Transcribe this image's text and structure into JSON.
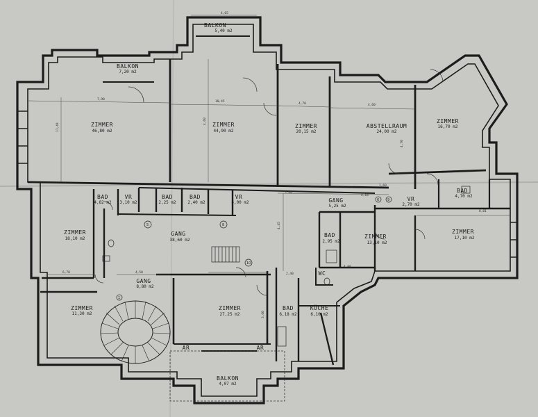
{
  "rooms": [
    {
      "id": "balkon-top",
      "name": "BALKON",
      "area": "5,40 m2"
    },
    {
      "id": "balkon-left",
      "name": "BALKON",
      "area": "7,20 m2"
    },
    {
      "id": "zimmer-1",
      "name": "ZIMMER",
      "area": "46,80 m2"
    },
    {
      "id": "zimmer-2",
      "name": "ZIMMER",
      "area": "44,90 m2"
    },
    {
      "id": "zimmer-3",
      "name": "ZIMMER",
      "area": "20,15 m2"
    },
    {
      "id": "abstellraum",
      "name": "ABSTELLRAUM",
      "area": "24,00 m2"
    },
    {
      "id": "zimmer-4",
      "name": "ZIMMER",
      "area": "16,70 m2"
    },
    {
      "id": "bad-1",
      "name": "BAD",
      "area": "4,82 m2"
    },
    {
      "id": "vr-1",
      "name": "VR",
      "area": "3,10 m2"
    },
    {
      "id": "bad-2",
      "name": "BAD",
      "area": "2,25 m2"
    },
    {
      "id": "bad-3",
      "name": "BAD",
      "area": "2,40 m2"
    },
    {
      "id": "vr-2",
      "name": "VR",
      "area": "4,00 m2"
    },
    {
      "id": "gang-1",
      "name": "GANG",
      "area": "5,25 m2"
    },
    {
      "id": "vr-3",
      "name": "VR",
      "area": "2,70 m2"
    },
    {
      "id": "bad-4",
      "name": "BAD",
      "area": "4,70 m2"
    },
    {
      "id": "zimmer-5",
      "name": "ZIMMER",
      "area": "18,10 m2"
    },
    {
      "id": "gang-2",
      "name": "GANG",
      "area": "38,60 m2"
    },
    {
      "id": "bad-5",
      "name": "BAD",
      "area": "2,95 m2"
    },
    {
      "id": "zimmer-6",
      "name": "ZIMMER",
      "area": "13,10 m2"
    },
    {
      "id": "zimmer-7",
      "name": "ZIMMER",
      "area": "17,10 m2"
    },
    {
      "id": "gang-3",
      "name": "GANG",
      "area": "8,80 m2"
    },
    {
      "id": "zimmer-8",
      "name": "ZIMMER",
      "area": "11,30 m2"
    },
    {
      "id": "zimmer-9",
      "name": "ZIMMER",
      "area": "27,25 m2"
    },
    {
      "id": "bad-6",
      "name": "BAD",
      "area": "6,18 m2"
    },
    {
      "id": "wc",
      "name": "WC",
      "area": ""
    },
    {
      "id": "kueche",
      "name": "KÜCHE",
      "area": "6,10 m2"
    },
    {
      "id": "balkon-bottom",
      "name": "BALKON",
      "area": "4,07 m2"
    },
    {
      "id": "ar-left",
      "name": "AR",
      "area": ""
    },
    {
      "id": "ar-right",
      "name": "AR",
      "area": ""
    }
  ],
  "dimensions": {
    "d1": "4,65",
    "d2": "7,90",
    "d3": "10,45",
    "d4": "4,70",
    "d5": "4,60",
    "d6": "11,40",
    "d7": "4,60",
    "d8": "5,60",
    "d9": "4,70",
    "d10": "4,50",
    "d11": "6,70",
    "d12": "4,45",
    "d13": "4,00",
    "d14": "3,60",
    "d15": "4,10",
    "d16": "1,60",
    "d17": "8,01",
    "d18": "2,40"
  },
  "markers": {
    "m5": "5",
    "m8": "8",
    "m10": "10",
    "m6": "6",
    "m9": "9",
    "m1": "1"
  },
  "colors": {
    "paper": "#c9c9c6",
    "wall": "#1c1c1c",
    "line": "#2a2a2a"
  }
}
